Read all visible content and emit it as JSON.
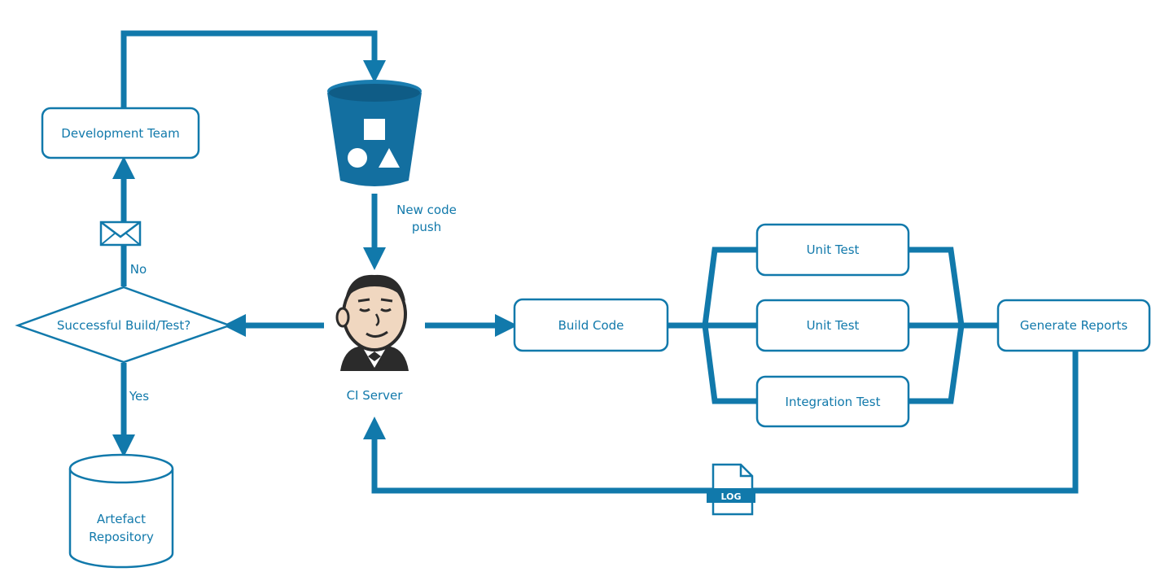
{
  "diagram": {
    "colors": {
      "primary": "#1179ab",
      "background": "#ffffff"
    },
    "nodes": {
      "development_team": "Development Team",
      "decision": "Successful Build/Test?",
      "artefact_line1": "Artefact",
      "artefact_line2": "Repository",
      "ci_server": "CI Server",
      "build_code": "Build Code",
      "unit_test_1": "Unit Test",
      "unit_test_2": "Unit Test",
      "integration_test": "Integration Test",
      "generate_reports": "Generate Reports"
    },
    "labels": {
      "new_code_line1": "New code",
      "new_code_line2": "push",
      "no": "No",
      "yes": "Yes",
      "log": "LOG"
    },
    "icons": [
      "bucket-icon",
      "jenkins-icon",
      "envelope-icon",
      "log-file-icon"
    ]
  }
}
